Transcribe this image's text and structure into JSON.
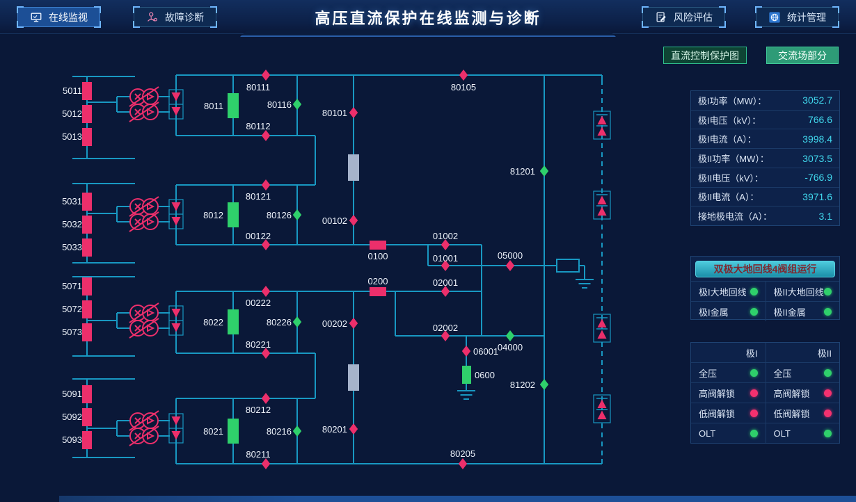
{
  "header": {
    "title": "高压直流保护在线监测与诊断",
    "nav_left": [
      {
        "label": "在线监视",
        "icon": "monitor-icon",
        "active": true
      },
      {
        "label": "故障诊断",
        "icon": "diagnosis-icon",
        "active": false
      }
    ],
    "nav_right": [
      {
        "label": "风险评估",
        "icon": "risk-icon",
        "active": false
      },
      {
        "label": "统计管理",
        "icon": "stats-icon",
        "active": false
      }
    ]
  },
  "view_buttons": {
    "dc": "直流控制保护图",
    "ac": "交流场部分"
  },
  "metrics": {
    "rows": [
      {
        "label": "极I功率（MW）：",
        "value": "3052.7"
      },
      {
        "label": "极I电压（kV）：",
        "value": "766.6"
      },
      {
        "label": "极I电流（A）：",
        "value": "3998.4"
      },
      {
        "label": "极II功率（MW）：",
        "value": "3073.5"
      },
      {
        "label": "极II电压（kV）：",
        "value": "-766.9"
      },
      {
        "label": "极II电流（A）：",
        "value": "3971.6"
      },
      {
        "label": "接地极电流（A）：",
        "value": "3.1"
      }
    ]
  },
  "run_mode": {
    "button_label": "双极大地回线4阀组运行",
    "items": [
      {
        "label": "极I大地回线",
        "state": "green"
      },
      {
        "label": "极II大地回线",
        "state": "green"
      },
      {
        "label": "极I金属",
        "state": "green"
      },
      {
        "label": "极II金属",
        "state": "green"
      }
    ]
  },
  "pole_status": {
    "headers": [
      "极I",
      "极II"
    ],
    "rows": [
      {
        "label": "全压",
        "pole1": "green",
        "pole2": "green"
      },
      {
        "label": "高阀解锁",
        "pole1": "red",
        "pole2": "red"
      },
      {
        "label": "低阀解锁",
        "pole1": "red",
        "pole2": "red"
      },
      {
        "label": "OLT",
        "pole1": "green",
        "pole2": "green"
      }
    ]
  },
  "colors": {
    "wire": "#1898C2",
    "closed_device": "#EC2F6B",
    "open_device": "#2FD06B",
    "reactor": "#A6B3CB"
  },
  "diagram": {
    "labels": {
      "5011": "5011",
      "5012": "5012",
      "5013": "5013",
      "5031": "5031",
      "5032": "5032",
      "5033": "5033",
      "5071": "5071",
      "5072": "5072",
      "5073": "5073",
      "5091": "5091",
      "5092": "5092",
      "5093": "5093",
      "8011": "8011",
      "8012": "8012",
      "8022": "8022",
      "8021": "8021",
      "80111": "80111",
      "80112": "80112",
      "80116": "80116",
      "80101": "80101",
      "80105": "80105",
      "80121": "80121",
      "80126": "80126",
      "00122": "00122",
      "00102": "00102",
      "81201": "81201",
      "81202": "81202",
      "0100": "0100",
      "01002": "01002",
      "01001": "01001",
      "05000": "05000",
      "0200": "0200",
      "02001": "02001",
      "02002": "02002",
      "04000": "04000",
      "00222": "00222",
      "80226": "80226",
      "80221": "80221",
      "00202": "00202",
      "06001": "06001",
      "0600": "0600",
      "80212": "80212",
      "80216": "80216",
      "80201": "80201",
      "80211": "80211",
      "80205": "80205"
    }
  }
}
